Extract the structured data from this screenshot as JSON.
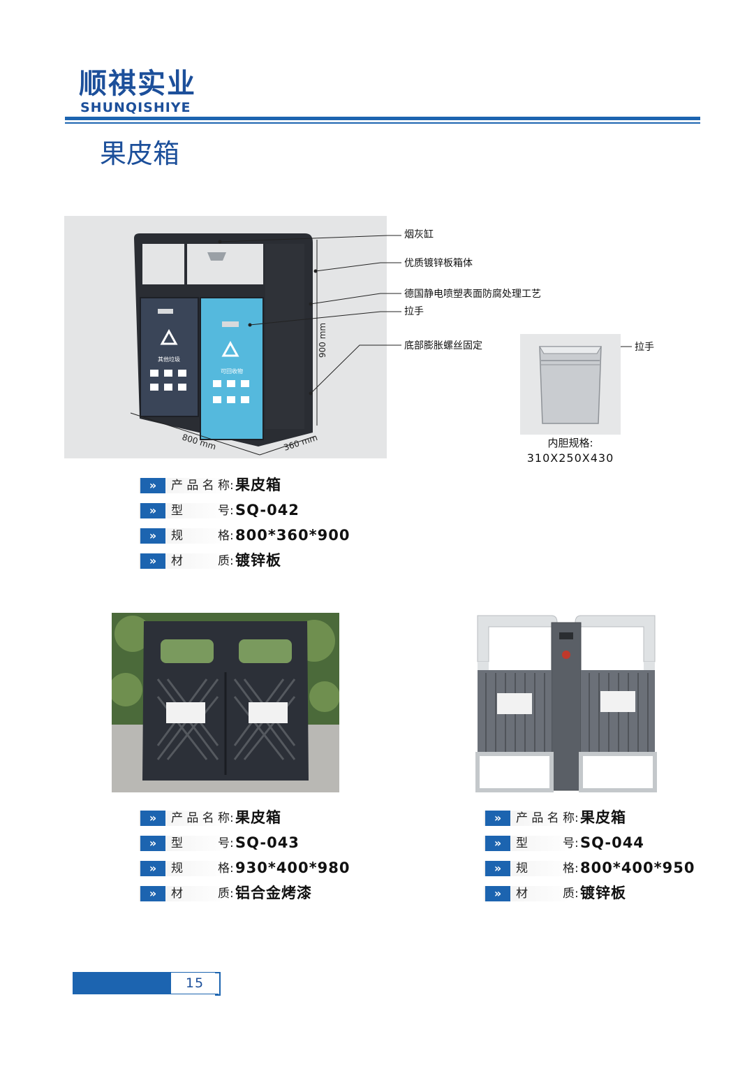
{
  "header": {
    "brand_cn": "顺祺实业",
    "brand_en": "SHUNQISHIYE"
  },
  "page_title": "果皮箱",
  "product_a": {
    "callouts": [
      "烟灰缸",
      "优质镀锌板箱体",
      "德国静电喷塑表面防腐处理工艺",
      "拉手",
      "底部膨胀螺丝固定"
    ],
    "dim_width": "800 mm",
    "dim_depth": "360 mm",
    "dim_height": "900 mm",
    "inner_callout": "拉手",
    "inner_caption_1": "内胆规格:",
    "inner_caption_2": "310X250X430",
    "bin_left_label": "其他垃圾",
    "bin_right_label": "可回收物",
    "specs": [
      {
        "label": "产品名称",
        "value": "果皮箱"
      },
      {
        "label": "型号",
        "value": "SQ-042"
      },
      {
        "label": "规格",
        "value": "800*360*900"
      },
      {
        "label": "材质",
        "value": "镀锌板"
      }
    ]
  },
  "product_b": {
    "specs": [
      {
        "label": "产品名称",
        "value": "果皮箱"
      },
      {
        "label": "型号",
        "value": "SQ-043"
      },
      {
        "label": "规格",
        "value": "930*400*980"
      },
      {
        "label": "材质",
        "value": "铝合金烤漆"
      }
    ]
  },
  "product_c": {
    "specs": [
      {
        "label": "产品名称",
        "value": "果皮箱"
      },
      {
        "label": "型号",
        "value": "SQ-044"
      },
      {
        "label": "规格",
        "value": "800*400*950"
      },
      {
        "label": "材质",
        "value": "镀锌板"
      }
    ]
  },
  "footer": {
    "page_number": "15"
  },
  "colors": {
    "brand_blue": "#1c64b0",
    "title_blue": "#1c4f9a",
    "recycle_cyan": "#4fb8e0",
    "bin_dark": "#2a2d33"
  }
}
